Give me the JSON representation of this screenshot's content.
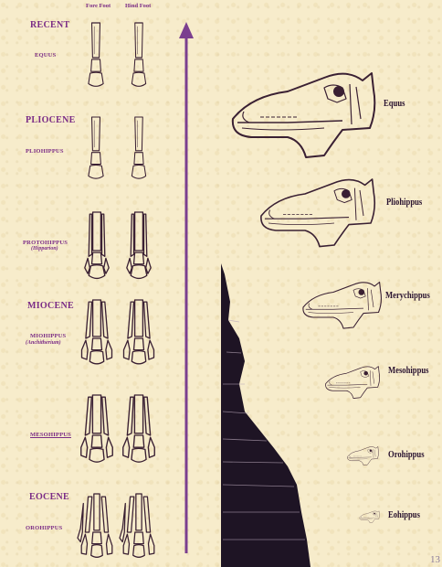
{
  "feet": {
    "header_fore": "Fore Foot",
    "header_hind": "Hind Foot",
    "rows": [
      {
        "period": "RECENT",
        "genus": "EQUUS",
        "sub": ""
      },
      {
        "period": "PLIOCENE",
        "genus": "PLIOHIPPUS",
        "sub": ""
      },
      {
        "period": "",
        "genus": "PROTOHIPPUS",
        "sub": "(Hipparion)"
      },
      {
        "period": "MIOCENE",
        "genus": "MIOHIPPUS",
        "sub": "(Anchitherium)"
      },
      {
        "period": "",
        "genus": "MESOHIPPUS",
        "sub": ""
      },
      {
        "period": "EOCENE",
        "genus": "OROHIPPUS",
        "sub": ""
      }
    ]
  },
  "skulls": [
    "Equus",
    "Pliohippus",
    "Merychippus",
    "Mesohippus",
    "Orohippus",
    "Eohippus"
  ],
  "page_number": "13",
  "colors": {
    "label": "#7a2b86",
    "arrow": "#7b3f8f",
    "ink": "#3a2033"
  }
}
